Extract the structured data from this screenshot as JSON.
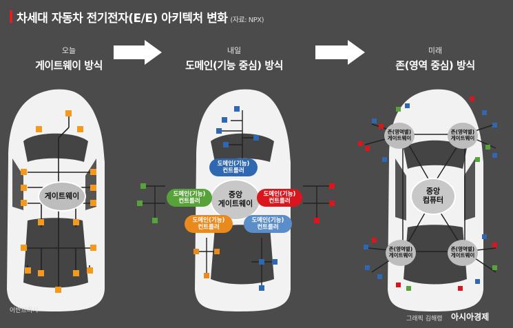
{
  "title": "차세대 자동차 전기전자(E/E) 아키텍처 변화",
  "source": "(자료: NPX)",
  "columns": [
    {
      "sub": "오늘",
      "main": "게이트웨이 방식"
    },
    {
      "sub": "내일",
      "main": "도메인(기능 중심) 방식"
    },
    {
      "sub": "미래",
      "main": "존(영역 중심) 방식"
    }
  ],
  "gateway_label": "게이트웨이",
  "central_gateway_label": "중앙\n게이트웨이",
  "domain_controllers": [
    {
      "label": "도메인(기능)\n컨트롤러",
      "color": "#2f67b0"
    },
    {
      "label": "도메인(기능)\n컨트롤러",
      "color": "#58a339"
    },
    {
      "label": "도메인(기능)\n컨트롤러",
      "color": "#d9161d"
    },
    {
      "label": "도메인(기능)\n컨트롤러",
      "color": "#e98a1e"
    },
    {
      "label": "도메인(기능)\n컨트롤러",
      "color": "#5b8ec8"
    }
  ],
  "central_computer_label": "중앙\n컴퓨터",
  "zone_labels": [
    "존(영역별)\n게이트웨이",
    "존(영역별)\n게이트웨이",
    "존(영역별)\n게이트웨이",
    "존(영역별)\n게이트웨이"
  ],
  "footer_left": "어반브러시",
  "footer_credit": "그래픽 김해령",
  "footer_brand": "아시아경제",
  "colors": {
    "node_orange": "#f39a1e",
    "background": "#4b4b4b",
    "accent_red": "#e1201e"
  }
}
